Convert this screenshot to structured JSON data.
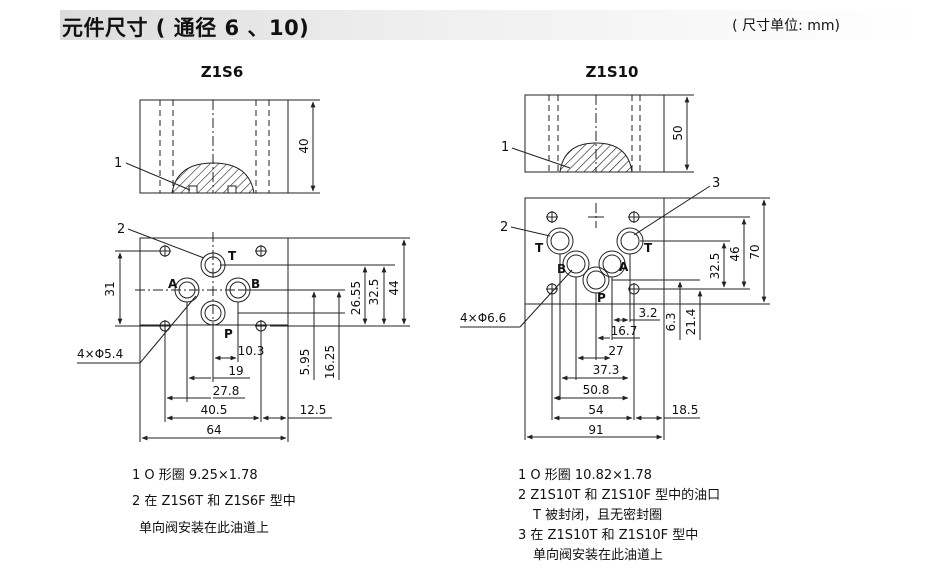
{
  "header": {
    "title": "元件尺寸 ( 通径 6 、10)",
    "unit_note": "( 尺寸单位: mm)"
  },
  "z1s6": {
    "name": "Z1S6",
    "callouts": {
      "c1": "1",
      "c2": "2"
    },
    "ports": {
      "t": "T",
      "a": "A",
      "b": "B",
      "p": "P"
    },
    "hole_spec": "4×Φ5.4",
    "dims": {
      "d40": "40",
      "d31": "31",
      "d2655": "26.55",
      "d325": "32.5",
      "d44": "44",
      "d595": "5.95",
      "d1625": "16.25",
      "d103": "10.3",
      "d19": "19",
      "d278": "27.8",
      "d405": "40.5",
      "d125": "12.5",
      "d64": "64"
    },
    "notes": [
      "1 O 形圈 9.25×1.78",
      "2 在 Z1S6T 和 Z1S6F 型中",
      "单向阀安装在此油道上"
    ]
  },
  "z1s10": {
    "name": "Z1S10",
    "callouts": {
      "c1": "1",
      "c2": "2",
      "c3": "3"
    },
    "ports": {
      "t_left": "T",
      "t_right": "T",
      "b": "B",
      "a": "A",
      "p": "P"
    },
    "hole_spec": "4×Φ6.6",
    "dims": {
      "d50": "50",
      "d325": "32.5",
      "d46": "46",
      "d70": "70",
      "d32": "3.2",
      "d63": "6.3",
      "d214": "21.4",
      "d167": "16.7",
      "d27": "27",
      "d373": "37.3",
      "d508": "50.8",
      "d54": "54",
      "d185": "18.5",
      "d91": "91"
    },
    "notes": [
      "1  O 形圈 10.82×1.78",
      "2  Z1S10T 和 Z1S10F 型中的油口",
      "T 被封闭，且无密封圈",
      "3  在 Z1S10T 和 Z1S10F 型中",
      "单向阀安装在此油道上"
    ]
  }
}
